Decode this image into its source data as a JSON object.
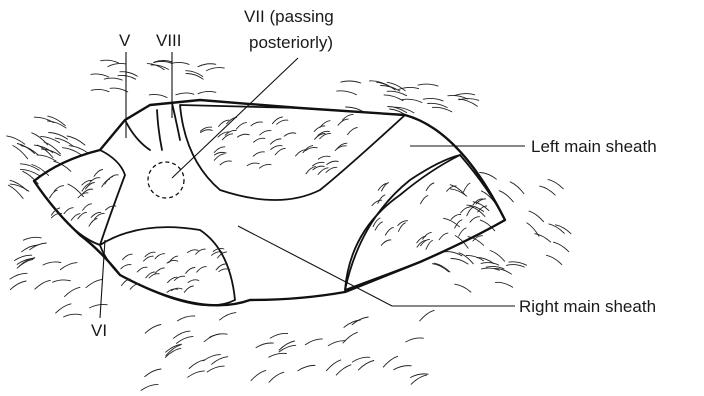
{
  "labels": {
    "v": "V",
    "viii": "VIII",
    "vii_line1": "VII (passing",
    "vii_line2": "posteriorly)",
    "left_main_sheath": "Left main sheath",
    "right_main_sheath": "Right main sheath",
    "vi": "VI"
  },
  "colors": {
    "ink": "#111111",
    "background": "#ffffff"
  }
}
